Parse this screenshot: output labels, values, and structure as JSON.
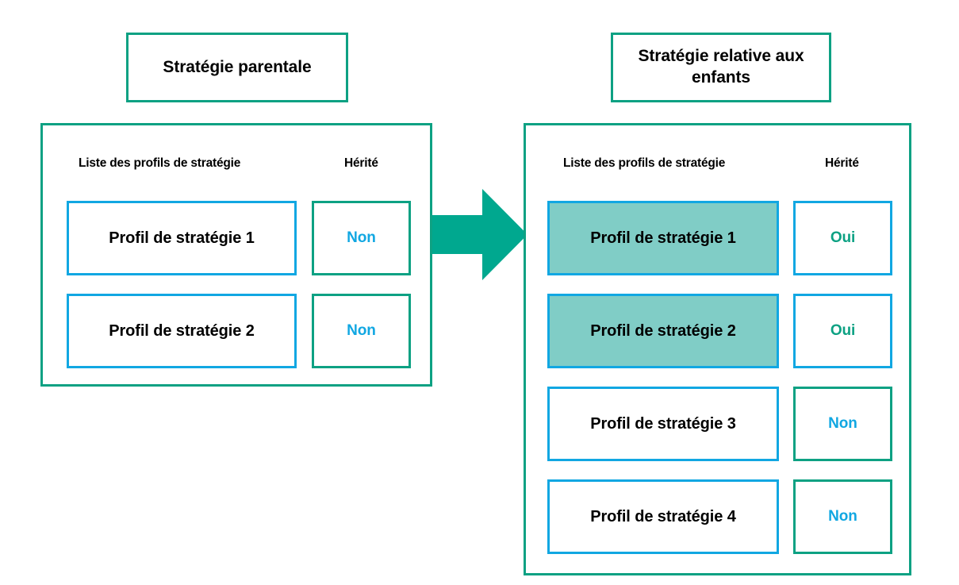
{
  "colors": {
    "teal": "#0DA183",
    "blue": "#11A7E2",
    "highlight_fill": "#80CDC6",
    "text": "#000000",
    "background": "#FFFFFF"
  },
  "left": {
    "title": "Stratégie parentale",
    "headers": {
      "profiles": "Liste des profils de stratégie",
      "inherited": "Hérité"
    },
    "rows": [
      {
        "profile": "Profil de stratégie 1",
        "inherited": "Non",
        "highlighted": false
      },
      {
        "profile": "Profil de stratégie 2",
        "inherited": "Non",
        "highlighted": false
      }
    ]
  },
  "arrow": {
    "icon": "arrow-right-icon",
    "direction": "right",
    "color": "#00A88F"
  },
  "right": {
    "title": "Stratégie relative aux enfants",
    "headers": {
      "profiles": "Liste des profils de stratégie",
      "inherited": "Hérité"
    },
    "rows": [
      {
        "profile": "Profil de stratégie 1",
        "inherited": "Oui",
        "highlighted": true
      },
      {
        "profile": "Profil de stratégie 2",
        "inherited": "Oui",
        "highlighted": true
      },
      {
        "profile": "Profil de stratégie 3",
        "inherited": "Non",
        "highlighted": false
      },
      {
        "profile": "Profil de stratégie 4",
        "inherited": "Non",
        "highlighted": false
      }
    ]
  }
}
